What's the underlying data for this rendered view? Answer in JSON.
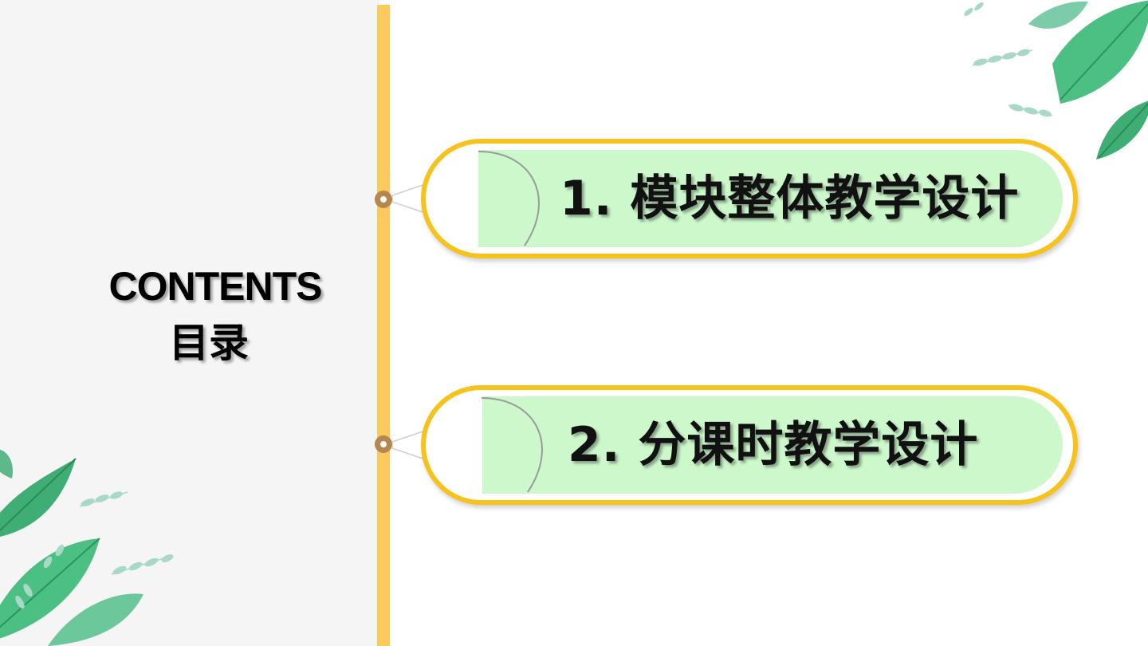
{
  "slide": {
    "title_en": "CONTENTS",
    "title_cn": "目录"
  },
  "toc": {
    "items": [
      {
        "label": "1. 模块整体教学设计"
      },
      {
        "label": "2. 分课时教学设计"
      }
    ]
  },
  "colors": {
    "accent_yellow": "#f8c21c",
    "timeline": "#fbc95c",
    "node_ring": "#b5874c",
    "item_fill": "#ccf8cb",
    "leaf_green": "#3fae74",
    "leaf_light": "#a8d8c8"
  },
  "decorations": [
    "leaves-top-right",
    "leaves-bottom-left"
  ]
}
